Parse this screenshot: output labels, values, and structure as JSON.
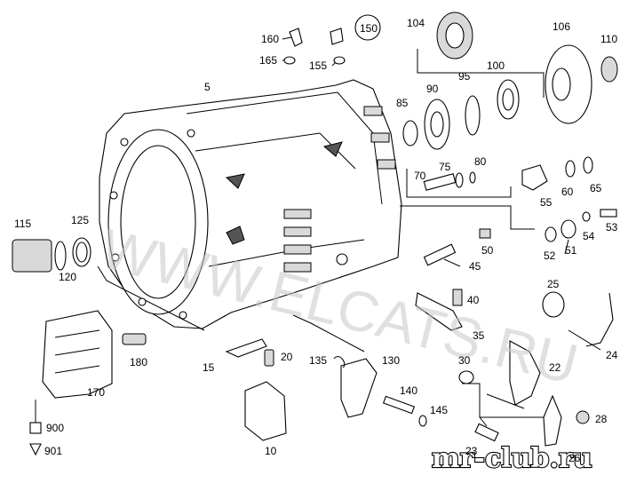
{
  "diagram": {
    "part_numbers": {
      "p5": "5",
      "p10": "10",
      "p15": "15",
      "p20": "20",
      "p22": "22",
      "p23": "23",
      "p24": "24",
      "p25": "25",
      "p26": "26",
      "p28": "28",
      "p30": "30",
      "p35": "35",
      "p40": "40",
      "p45": "45",
      "p50": "50",
      "p51": "51",
      "p52": "52",
      "p53": "53",
      "p54": "54",
      "p55": "55",
      "p60": "60",
      "p65": "65",
      "p70": "70",
      "p75": "75",
      "p80": "80",
      "p85": "85",
      "p90": "90",
      "p95": "95",
      "p100": "100",
      "p104": "104",
      "p106": "106",
      "p110": "110",
      "p115": "115",
      "p120": "120",
      "p125": "125",
      "p130": "130",
      "p135": "135",
      "p140": "140",
      "p145": "145",
      "p150": "150",
      "p155": "155",
      "p160": "160",
      "p165": "165",
      "p170": "170",
      "p180": "180",
      "p900": "900",
      "p901": "901"
    },
    "watermark": "WWW.ELCATS.RU",
    "brand_logo": "mr-club.ru"
  }
}
